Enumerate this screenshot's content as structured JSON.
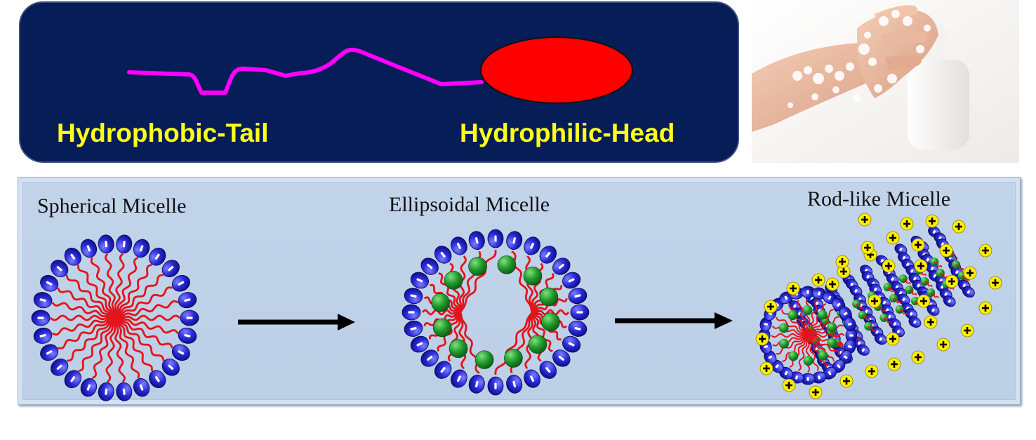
{
  "molecule": {
    "tail_label": "Hydrophobic-Tail",
    "head_label": "Hydrophilic-Head"
  },
  "photo": {
    "description_icon": "hand-washing-photo"
  },
  "micelles": {
    "spherical_title": "Spherical Micelle",
    "ellipsoidal_title": "Ellipsoidal Micelle",
    "rod_title": "Rod-like Micelle"
  },
  "colors": {
    "panel_navy": "#061d57",
    "tail_magenta": "#ff00ff",
    "head_red": "#ff0000",
    "label_yellow": "#ffff1a",
    "micelle_blue": "#2a2ad8",
    "chain_red": "#e3141a",
    "cosurfactant_green": "#1f9a2a",
    "counterion_yellow": "#ffee00"
  }
}
